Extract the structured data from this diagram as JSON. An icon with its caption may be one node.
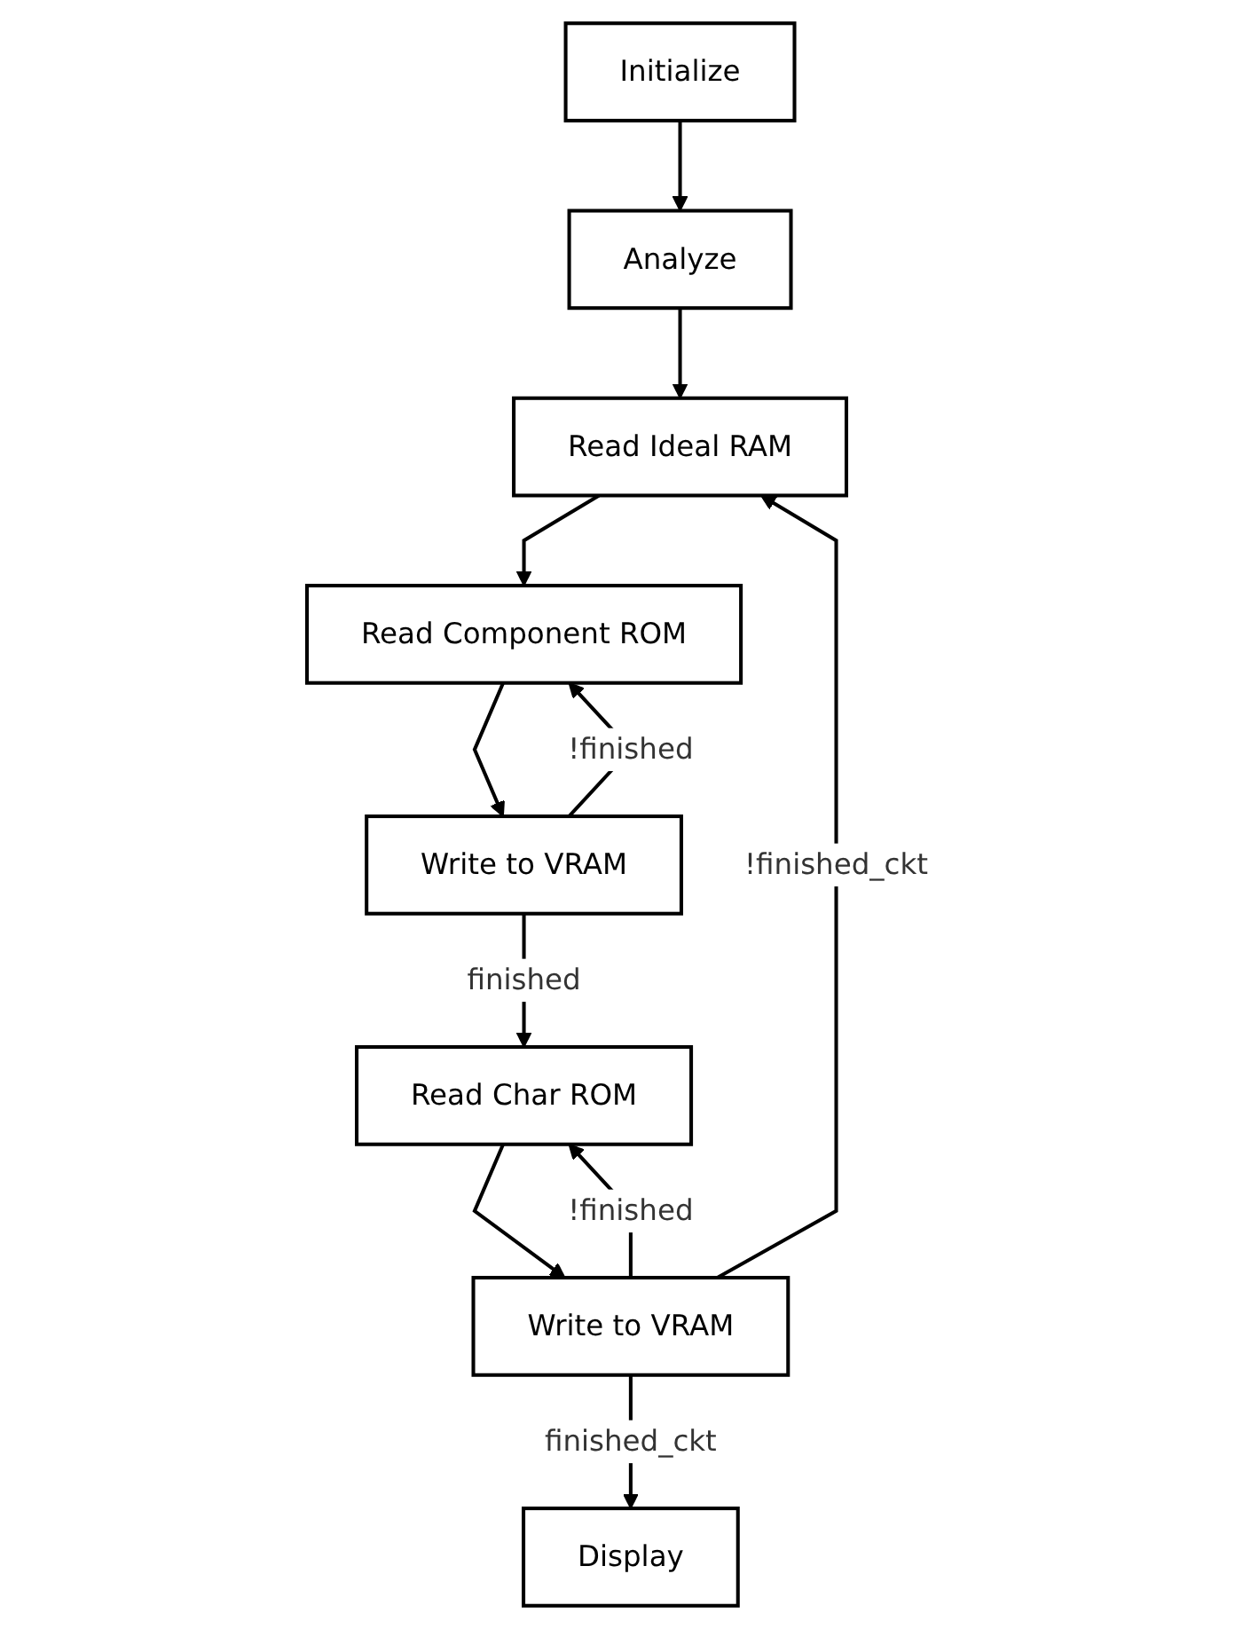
{
  "diagram": {
    "nodes": [
      {
        "text": [
          "Initialize"
        ]
      },
      {
        "text": [
          "Analyze"
        ]
      },
      {
        "text": [
          "Read Ideal RAM"
        ]
      },
      {
        "text": [
          "Read Component ROM"
        ]
      },
      {
        "text": [
          "Write to VRAM"
        ]
      },
      {
        "text": [
          "Read Char ROM"
        ]
      },
      {
        "text": [
          "Write to VRAM"
        ]
      },
      {
        "text": [
          "Display"
        ]
      }
    ],
    "edges": [
      {
        "from": 0,
        "to": 1,
        "arrow": "to"
      },
      {
        "from": 1,
        "to": 2,
        "arrow": "to"
      },
      {
        "from": 2,
        "to": 3,
        "arrow": "to"
      },
      {
        "from": 3,
        "to": 4,
        "arrow": "to"
      },
      {
        "from": 4,
        "to": 3,
        "arrow": "to",
        "label": "!finished"
      },
      {
        "from": 4,
        "to": 5,
        "arrow": "to",
        "label": "finished"
      },
      {
        "from": 5,
        "to": 6,
        "arrow": "to"
      },
      {
        "from": 6,
        "to": 5,
        "arrow": "to",
        "label": "!finished"
      },
      {
        "from": 6,
        "to": 2,
        "arrow": "to",
        "label": "!finished_ckt"
      },
      {
        "from": 6,
        "to": 7,
        "arrow": "to",
        "label": "finished_ckt"
      }
    ]
  }
}
